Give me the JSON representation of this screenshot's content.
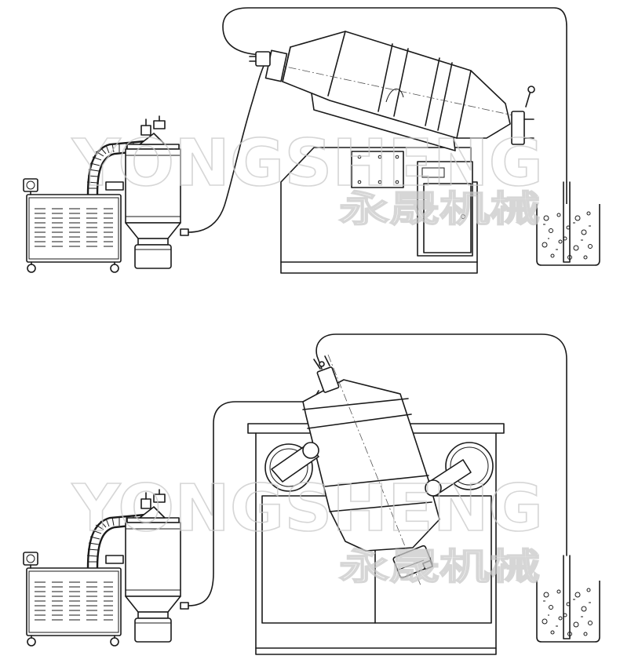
{
  "diagrams": [
    {
      "id": "top",
      "label": ""
    },
    {
      "id": "bottom",
      "label": ""
    }
  ],
  "watermark": {
    "latin": "YONGSHENG",
    "chinese": "永晟机械",
    "color": "#c9c9c9"
  },
  "colors": {
    "line": "#1a1a1a",
    "background": "#ffffff"
  },
  "icons": [
    "vacuum-feeder-icon",
    "vacuum-pump-icon",
    "mixer-drum-icon",
    "beaker-icon"
  ]
}
